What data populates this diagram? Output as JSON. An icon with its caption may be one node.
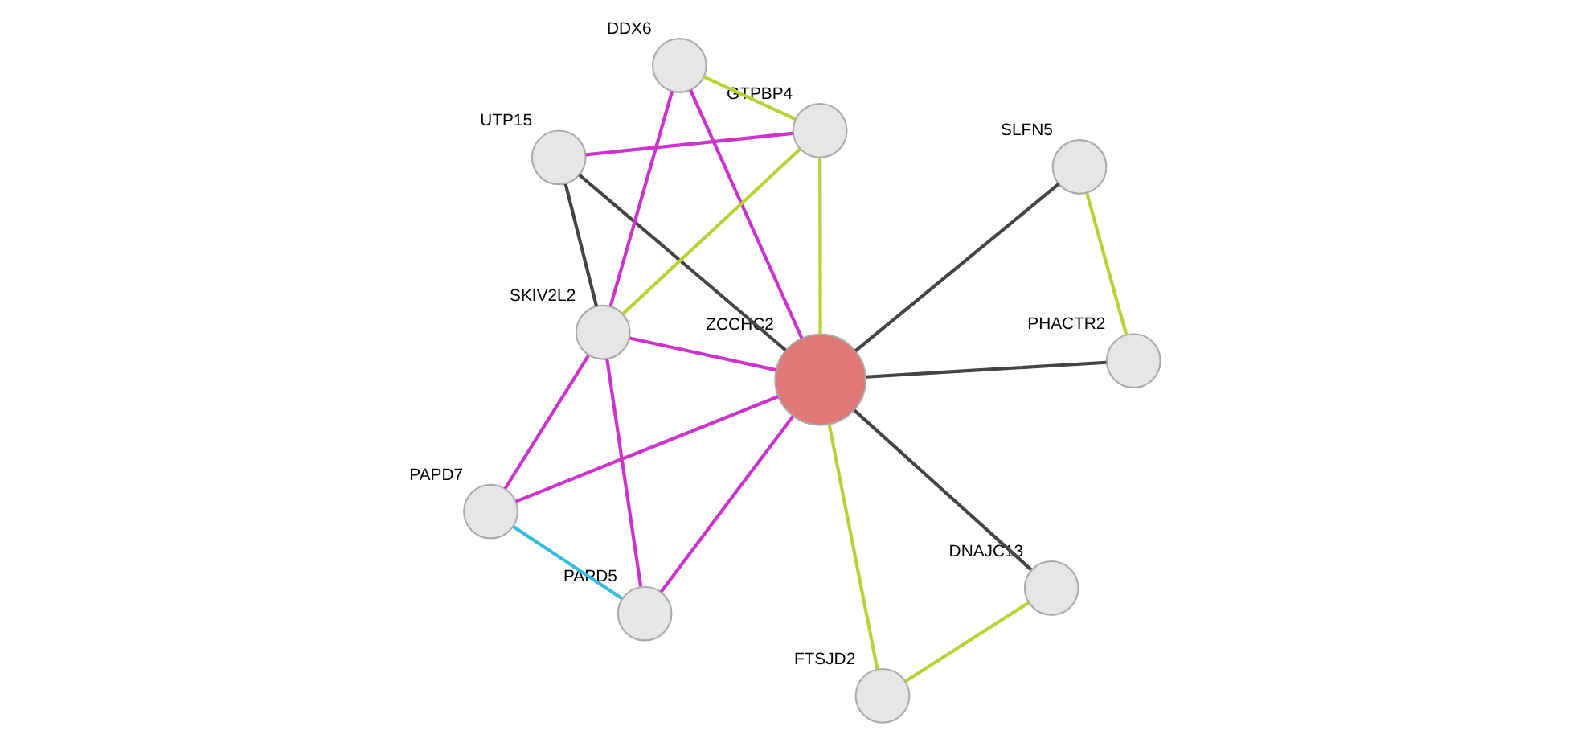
{
  "diagram": {
    "nodes": [
      {
        "text": [
          "PHACTR2"
        ]
      },
      {
        "text": [
          "SLFN5"
        ]
      },
      {
        "text": [
          "ZCCHC2"
        ]
      },
      {
        "text": [
          "DDX6"
        ]
      },
      {
        "text": [
          "GTPBP4"
        ]
      },
      {
        "text": [
          "UTP15"
        ]
      },
      {
        "text": [
          "SKIV2L2"
        ]
      },
      {
        "text": [
          "PAPD5"
        ]
      },
      {
        "text": [
          "PAPD7"
        ]
      },
      {
        "text": [
          "DNAJC13"
        ]
      },
      {
        "text": [
          "FTSJD2"
        ]
      }
    ],
    "edges": [
      {
        "from": 0,
        "to": 1,
        "arrow": "none",
        "color": "#b5d334"
      },
      {
        "from": 0,
        "to": 2,
        "arrow": "none",
        "color": "#444444"
      },
      {
        "from": 1,
        "to": 2,
        "arrow": "none",
        "color": "#444444"
      },
      {
        "from": 2,
        "to": 3,
        "arrow": "none",
        "color": "#cc33cc"
      },
      {
        "from": 2,
        "to": 5,
        "arrow": "none",
        "color": "#444444"
      },
      {
        "from": 2,
        "to": 4,
        "arrow": "none",
        "color": "#b5d334"
      },
      {
        "from": 2,
        "to": 6,
        "arrow": "none",
        "color": "#cc33cc"
      },
      {
        "from": 2,
        "to": 7,
        "arrow": "none",
        "color": "#cc33cc"
      },
      {
        "from": 2,
        "to": 8,
        "arrow": "none",
        "color": "#cc33cc"
      },
      {
        "from": 2,
        "to": 9,
        "arrow": "none",
        "color": "#444444"
      },
      {
        "from": 2,
        "to": 10,
        "arrow": "none",
        "color": "#b5d334"
      },
      {
        "from": 9,
        "to": 10,
        "arrow": "none",
        "color": "#b5d334"
      },
      {
        "from": 3,
        "to": 4,
        "arrow": "none",
        "color": "#b5d334"
      },
      {
        "from": 3,
        "to": 6,
        "arrow": "none",
        "color": "#cc33cc"
      },
      {
        "from": 5,
        "to": 4,
        "arrow": "none",
        "color": "#cc33cc"
      },
      {
        "from": 5,
        "to": 6,
        "arrow": "none",
        "color": "#444444"
      },
      {
        "from": 4,
        "to": 6,
        "arrow": "none",
        "color": "#b5d334"
      },
      {
        "from": 6,
        "to": 7,
        "arrow": "none",
        "color": "#cc33cc"
      },
      {
        "from": 6,
        "to": 8,
        "arrow": "none",
        "color": "#cc33cc"
      },
      {
        "from": 8,
        "to": 7,
        "arrow": "none",
        "color": "#33bbdd"
      }
    ]
  }
}
